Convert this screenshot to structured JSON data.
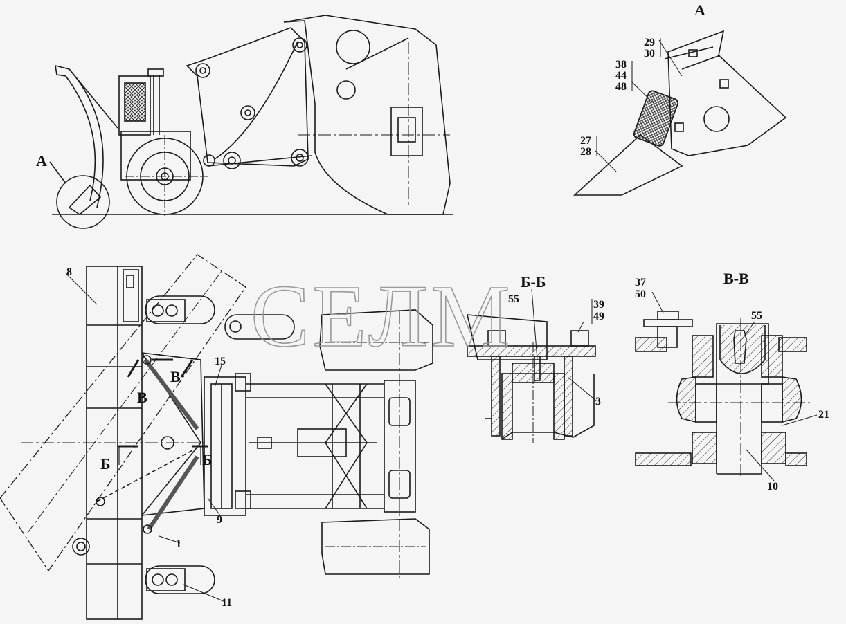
{
  "watermark": "СЕЛМ",
  "views": {
    "detail_a": {
      "title": "А",
      "callout": "А"
    },
    "section_bb": {
      "title": "Б-Б",
      "cut_mark": "Б"
    },
    "section_vv": {
      "title": "В-В",
      "cut_mark": "В"
    }
  },
  "labels": {
    "p29": "29",
    "p30": "30",
    "p38": "38",
    "p44": "44",
    "p48": "48",
    "p27": "27",
    "p28": "28",
    "p37": "37",
    "p50": "50",
    "p55a": "55",
    "p55b": "55",
    "p39": "39",
    "p49": "49",
    "p3": "3",
    "p21": "21",
    "p10": "10",
    "p8": "8",
    "p15": "15",
    "p9": "9",
    "p1": "1",
    "p11": "11"
  },
  "colors": {
    "line": "#1a1a1a",
    "paper": "#f5f5f5",
    "watermark": "#9a9a9a"
  }
}
